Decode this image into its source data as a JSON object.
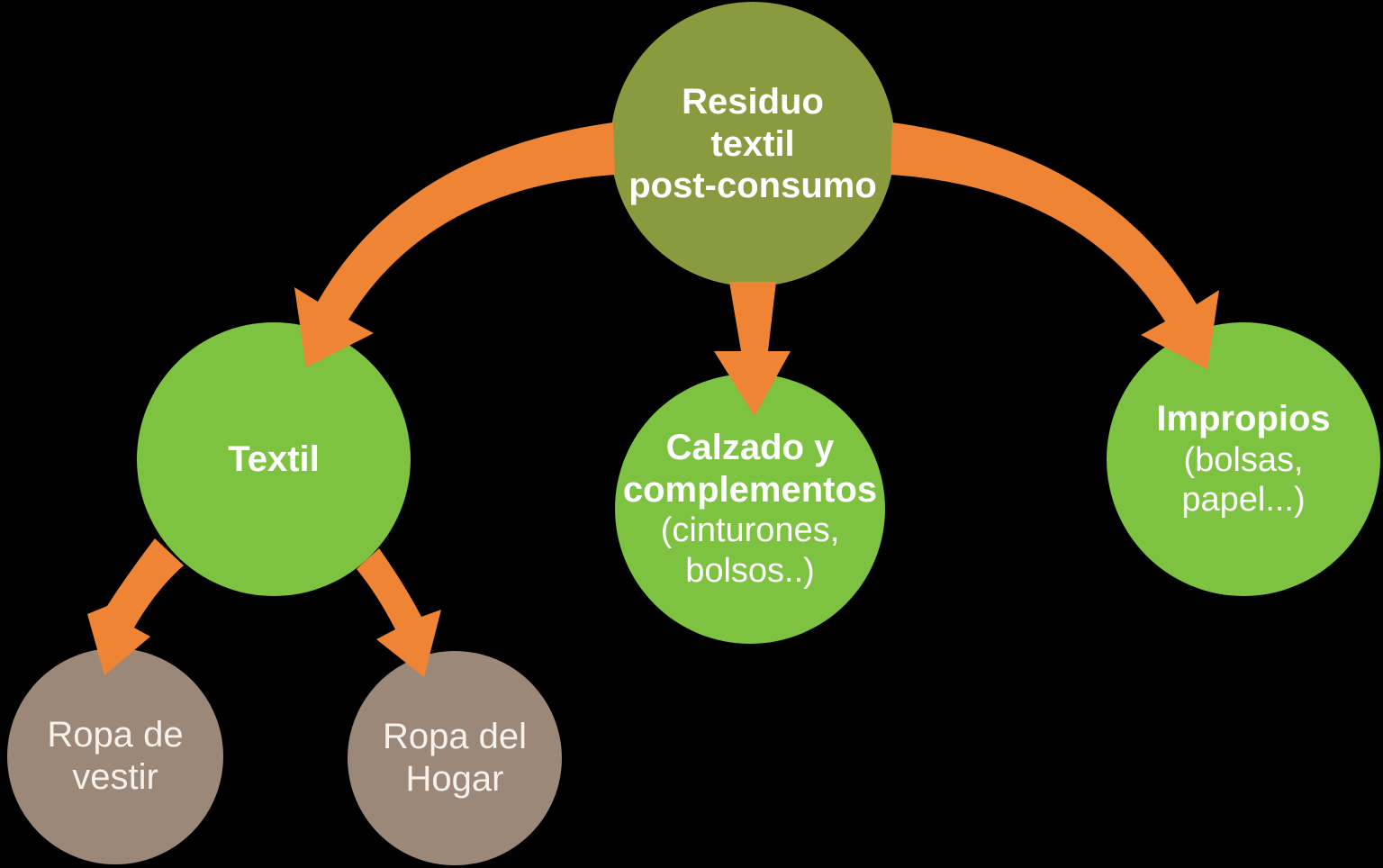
{
  "diagram": {
    "title": "Residuo textil post-consumo diagram",
    "background_color": "#000000",
    "colors": {
      "root_circle": "#8a9a3e",
      "category_circle": "#7ec242",
      "leaf_circle": "#9c8878",
      "arrow": "#ee8434",
      "text": "#ffffff",
      "leaf_text": "#f7f1eb"
    },
    "nodes": {
      "root": {
        "lines": {
          "0": "Residuo",
          "1": "textil",
          "2": "post-consumo"
        }
      },
      "textil": {
        "title": "Textil"
      },
      "calzado": {
        "title_lines": {
          "0": "Calzado y",
          "1": "complementos"
        },
        "subtitle_lines": {
          "0": "(cinturones,",
          "1": "bolsos..)"
        }
      },
      "impropios": {
        "title": "Impropios",
        "subtitle_lines": {
          "0": "(bolsas,",
          "1": "papel...)"
        }
      },
      "ropa_vestir": {
        "lines": {
          "0": "Ropa de",
          "1": "vestir"
        }
      },
      "ropa_hogar": {
        "lines": {
          "0": "Ropa del",
          "1": "Hogar"
        }
      }
    },
    "edges": {
      "root_to_textil": "Residuo textil post-consumo -> Textil",
      "root_to_calzado": "Residuo textil post-consumo -> Calzado y complementos",
      "root_to_impropios": "Residuo textil post-consumo -> Impropios",
      "textil_to_ropa_vestir": "Textil -> Ropa de vestir",
      "textil_to_ropa_hogar": "Textil -> Ropa del Hogar"
    }
  }
}
